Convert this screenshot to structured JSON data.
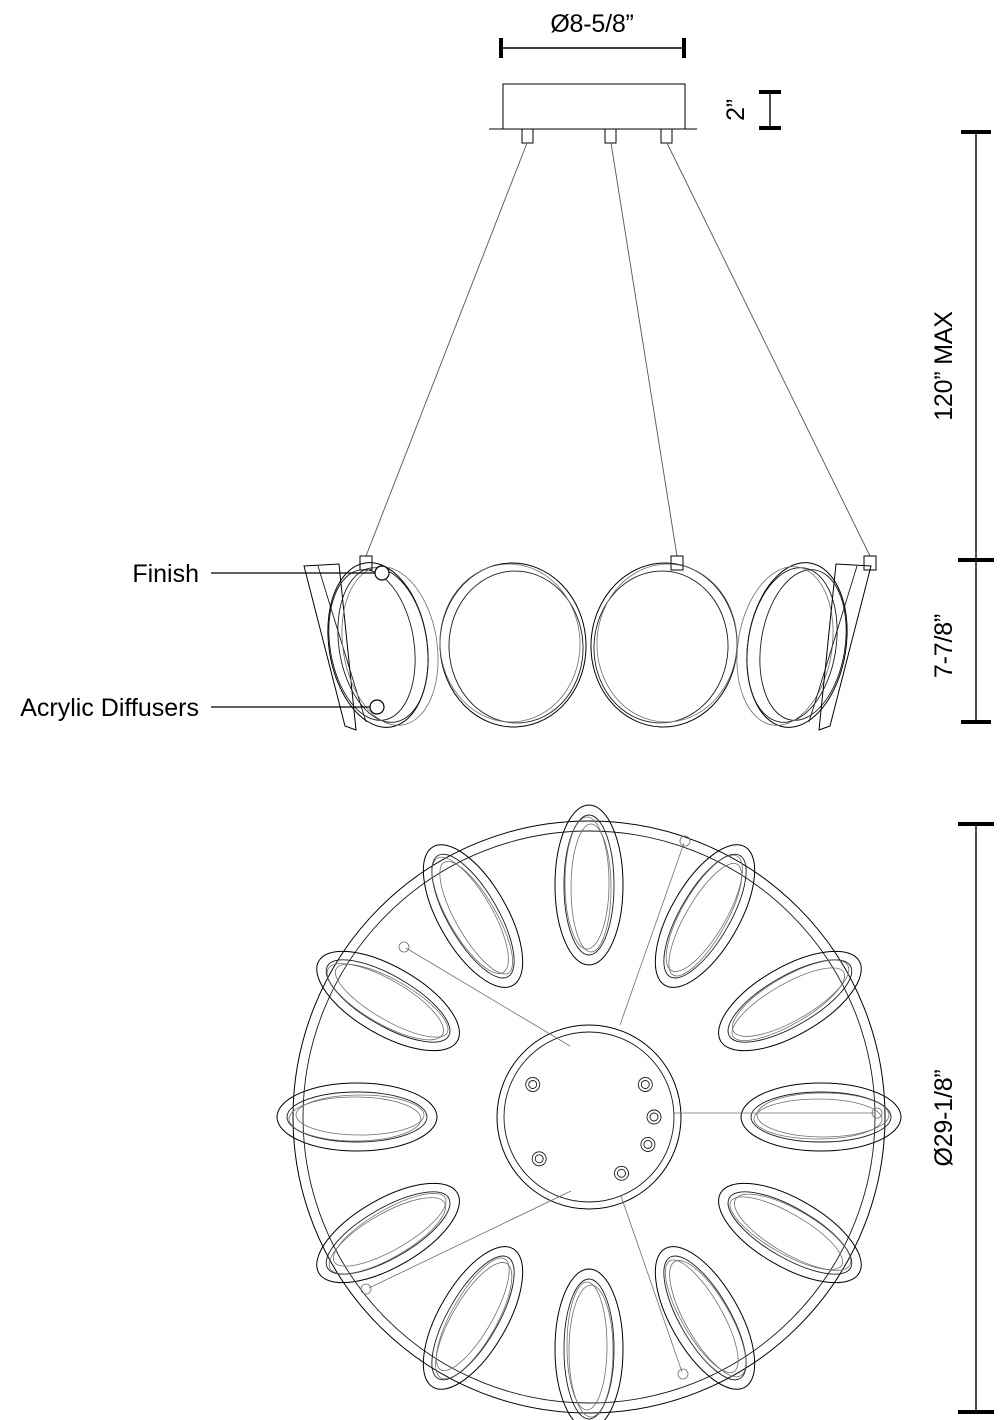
{
  "drawing": {
    "title": "Pendant Fixture Dimension Drawing",
    "views": {
      "elevation": "side-elevation-view",
      "plan": "bottom-plan-view"
    }
  },
  "dimensions": {
    "canopy_diameter": "Ø8-5/8”",
    "canopy_height": "2”",
    "max_drop": "120” MAX",
    "fixture_height": "7-7/8”",
    "fixture_diameter": "Ø29-1/8”"
  },
  "callouts": {
    "finish": "Finish",
    "acrylic_diffusers": "Acrylic Diffusers"
  },
  "geometry": {
    "ring_count_elevation": 4,
    "ring_count_plan": 12,
    "cable_count": 3,
    "hub_screw_count": 6,
    "plan_leader_count": 5
  },
  "colors": {
    "line": "#000000",
    "light_line": "#555555",
    "background": "#ffffff"
  }
}
